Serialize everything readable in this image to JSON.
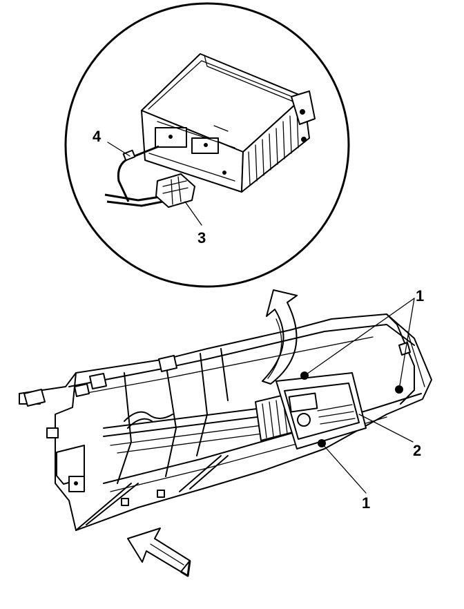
{
  "callouts": {
    "c1_top": "1",
    "c1_bottom": "1",
    "c2": "2",
    "c3": "3",
    "c4": "4"
  },
  "colors": {
    "ink": "#000000",
    "paper": "#ffffff"
  }
}
